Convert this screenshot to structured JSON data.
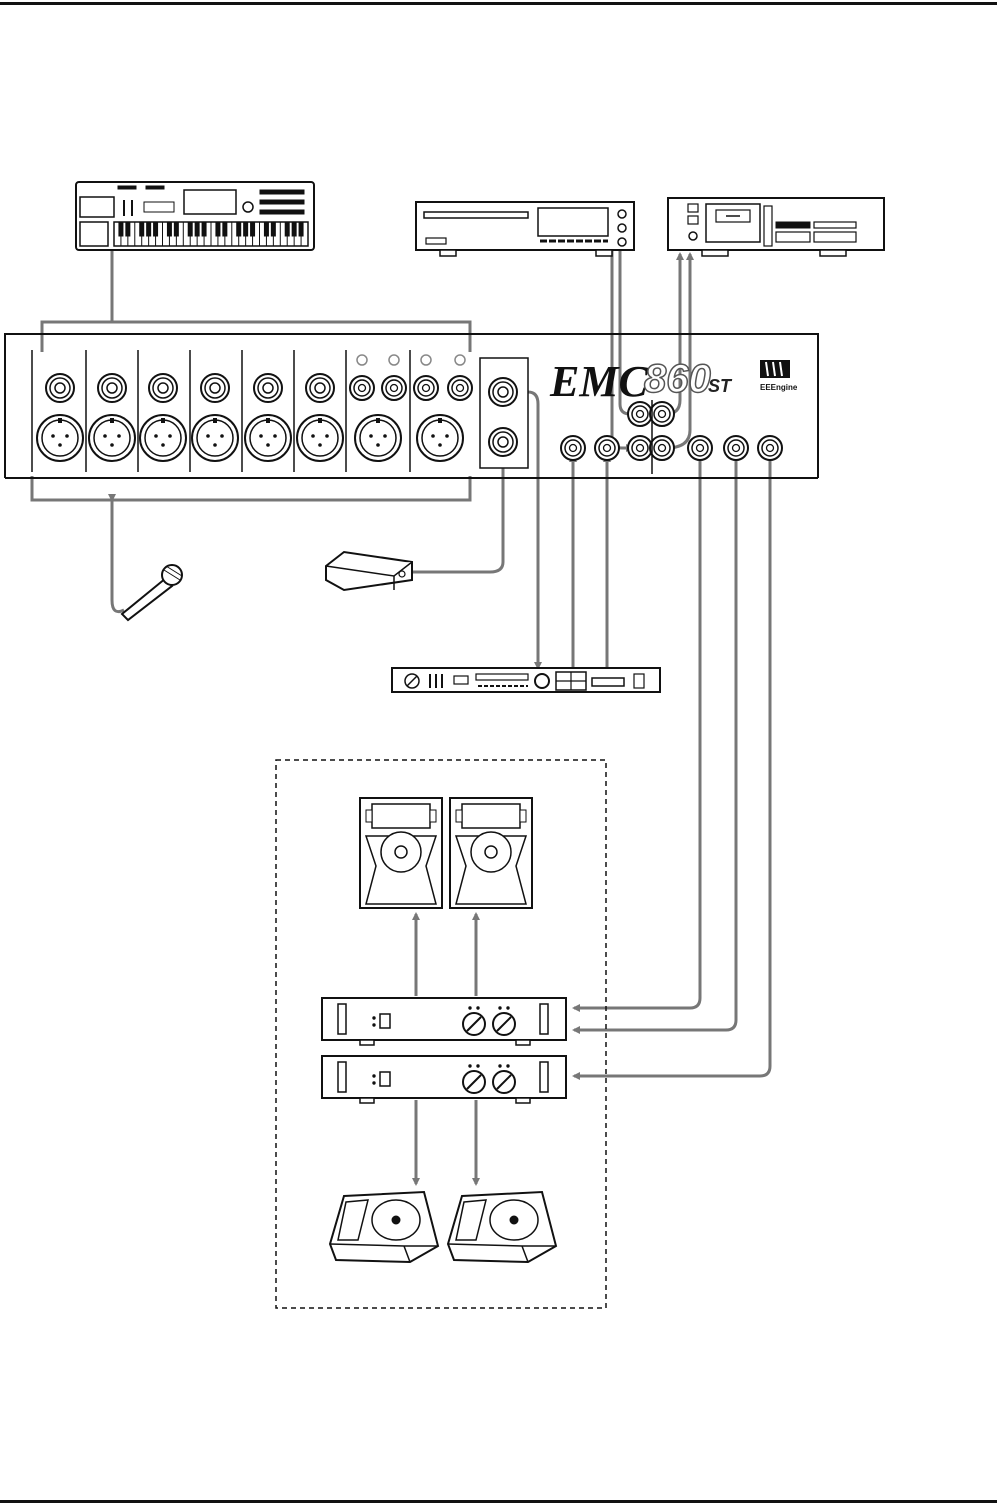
{
  "diagram": {
    "logo": {
      "brand": "EMC",
      "model": "860",
      "model_suffix": "ST",
      "engine_mark": "EEEngine"
    },
    "colors": {
      "ink": "#111111",
      "cable": "#777777",
      "paper": "#ffffff"
    },
    "devices": [
      {
        "name": "keyboard-synthesizer",
        "icon": "keyboard-icon"
      },
      {
        "name": "cd-player",
        "icon": "cd-player-icon"
      },
      {
        "name": "cassette-deck",
        "icon": "cassette-deck-icon"
      },
      {
        "name": "mixer",
        "icon": "mixer-icon"
      },
      {
        "name": "microphone",
        "icon": "microphone-icon"
      },
      {
        "name": "foot-switch",
        "icon": "foot-switch-icon"
      },
      {
        "name": "effects-processor",
        "icon": "effects-rack-icon"
      },
      {
        "name": "main-speaker",
        "icon": "speaker-icon"
      },
      {
        "name": "power-amplifier",
        "icon": "amplifier-icon"
      },
      {
        "name": "stage-monitor",
        "icon": "wedge-monitor-icon"
      }
    ]
  }
}
